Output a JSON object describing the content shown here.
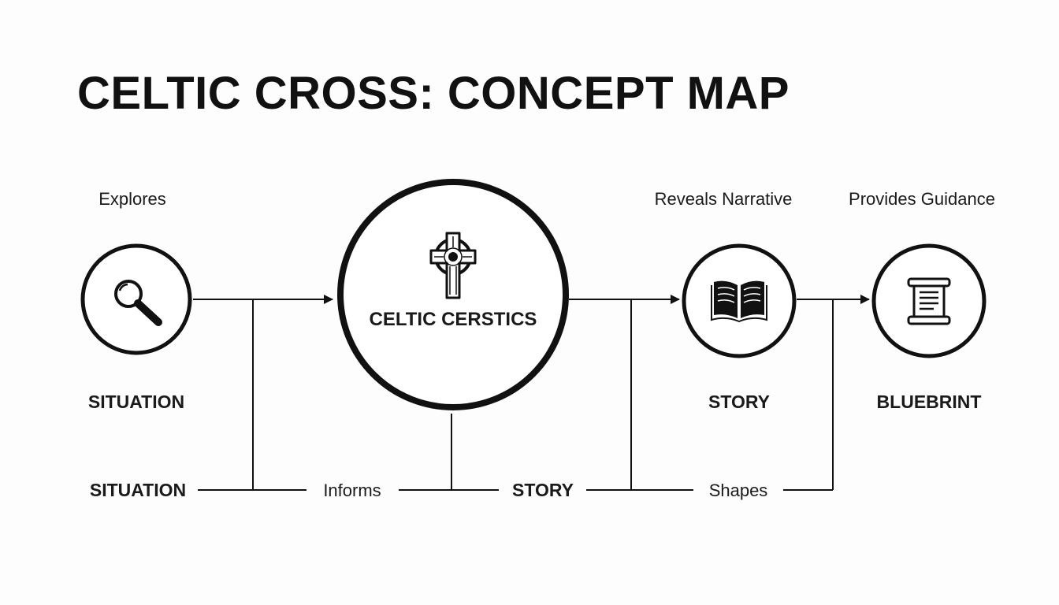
{
  "title": "CELTIC CROSS: CONCEPT MAP",
  "center_node": {
    "label": "CELTIC CERSTICS",
    "icon": "celtic-cross-icon"
  },
  "nodes": [
    {
      "id": "situation",
      "label": "SITUATION",
      "icon": "magnifying-glass-icon"
    },
    {
      "id": "story",
      "label": "STORY",
      "icon": "open-book-icon"
    },
    {
      "id": "blueprint",
      "label": "BLUEBRINT",
      "icon": "scroll-icon"
    }
  ],
  "edge_labels": {
    "explores": "Explores",
    "reveals": "Reveals Narrative",
    "guidance": "Provides Guidance",
    "informs": "Informs",
    "shapes": "Shapes"
  },
  "bottom_row": {
    "left": "SITUATION",
    "middle": "STORY"
  },
  "colors": {
    "ink": "#111111",
    "background": "#fdfdfd"
  }
}
